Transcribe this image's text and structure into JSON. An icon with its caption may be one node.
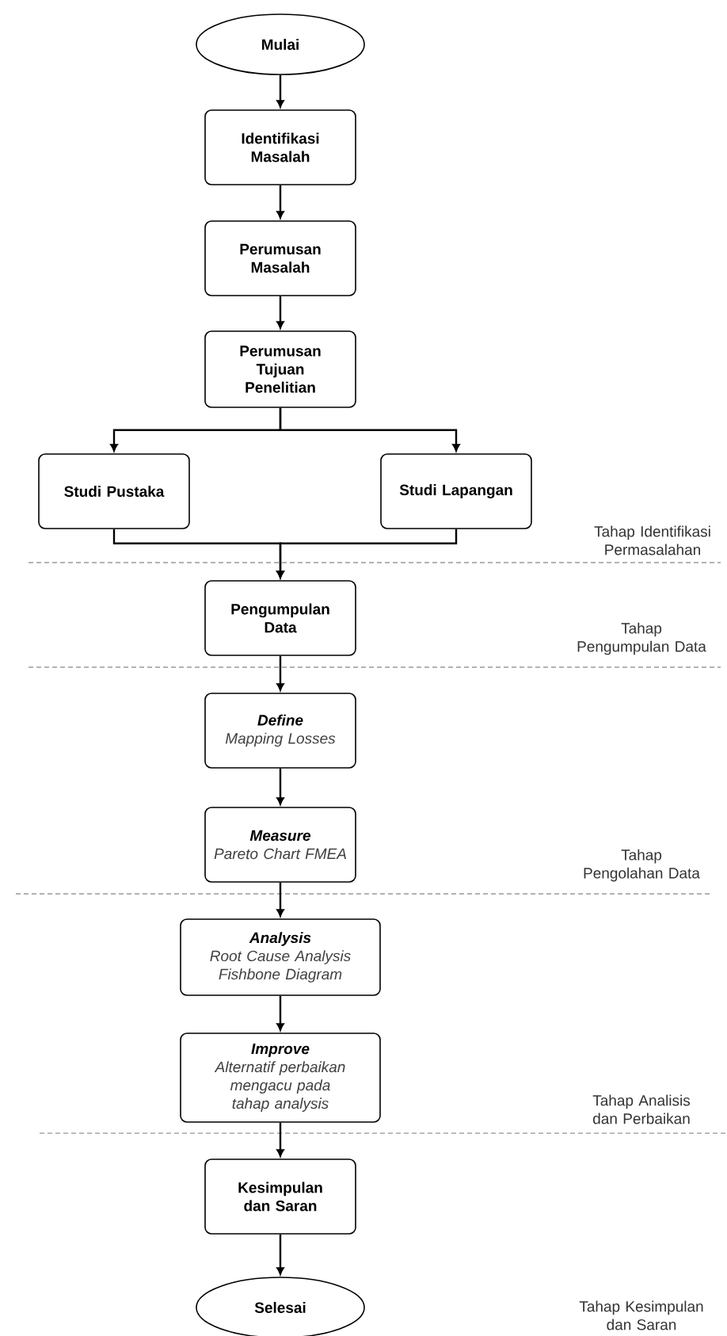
{
  "diagram": {
    "nodes": [
      {
        "text": [
          "Mulai"
        ]
      },
      {
        "text": [
          "Identifikasi Masalah"
        ]
      },
      {
        "text": [
          "Perumusan Masalah"
        ]
      },
      {
        "text": [
          "Perumusan Tujuan Penelitian"
        ]
      },
      {
        "text": [
          "Studi Pustaka"
        ]
      },
      {
        "text": [
          "Studi Lapangan"
        ]
      },
      {
        "text": [
          "Pengumpulan Data"
        ]
      },
      {
        "text": [
          "Define",
          "Mapping Losses"
        ]
      },
      {
        "text": [
          "Measure",
          "Pareto Chart FMEA"
        ]
      },
      {
        "text": [
          "Analysis",
          "Root Cause Analysis Fishbone Diagram"
        ]
      },
      {
        "text": [
          "Improve",
          "Alternatif perbaikan mengacu pada tahap analysis"
        ]
      },
      {
        "text": [
          "Kesimpulan dan Saran"
        ]
      },
      {
        "text": [
          "Selesai"
        ]
      }
    ],
    "edges": [
      {
        "from": 0,
        "to": 1,
        "arrow": "to"
      },
      {
        "from": 1,
        "to": 2,
        "arrow": "to"
      },
      {
        "from": 2,
        "to": 3,
        "arrow": "to"
      },
      {
        "from": 3,
        "to": 4,
        "arrow": "to"
      },
      {
        "from": 3,
        "to": 5,
        "arrow": "to"
      },
      {
        "from": 4,
        "to": 6,
        "arrow": "to"
      },
      {
        "from": 5,
        "to": 6,
        "arrow": "to"
      },
      {
        "from": 6,
        "to": 7,
        "arrow": "to"
      },
      {
        "from": 7,
        "to": 8,
        "arrow": "to"
      },
      {
        "from": 8,
        "to": 9,
        "arrow": "to"
      },
      {
        "from": 9,
        "to": 10,
        "arrow": "to"
      },
      {
        "from": 10,
        "to": 11,
        "arrow": "to"
      },
      {
        "from": 11,
        "to": 12,
        "arrow": "to"
      }
    ],
    "labels": [
      "Tahap Identifikasi Permasalahan",
      "Tahap Pengumpulan Data",
      "Tahap Pengolahan Data",
      "Tahap Analisis dan Perbaikan",
      "Tahap Kesimpulan dan Saran"
    ]
  }
}
